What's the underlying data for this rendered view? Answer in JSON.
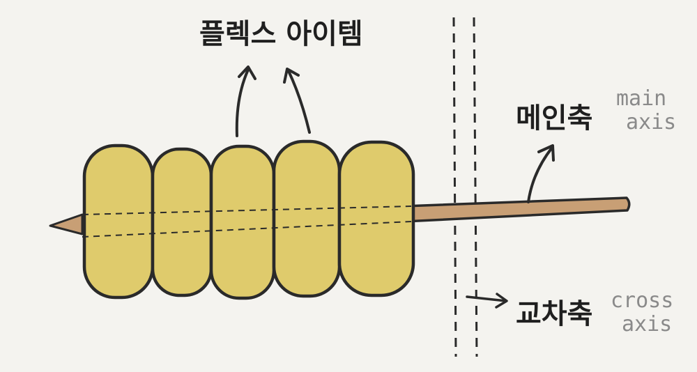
{
  "labels": {
    "flex_items": "플렉스 아이템",
    "main_axis_ko": "메인축",
    "main_axis_en_1": "main",
    "main_axis_en_2": "axis",
    "cross_axis_ko": "교차축",
    "cross_axis_en_1": "cross",
    "cross_axis_en_2": "axis"
  },
  "colors": {
    "background": "#f4f3ef",
    "item_fill": "#dfcb6c",
    "outline": "#2a2a2a",
    "skewer": "#c89f75",
    "english_text": "#8a8a8a"
  },
  "flex_item_count": 5
}
